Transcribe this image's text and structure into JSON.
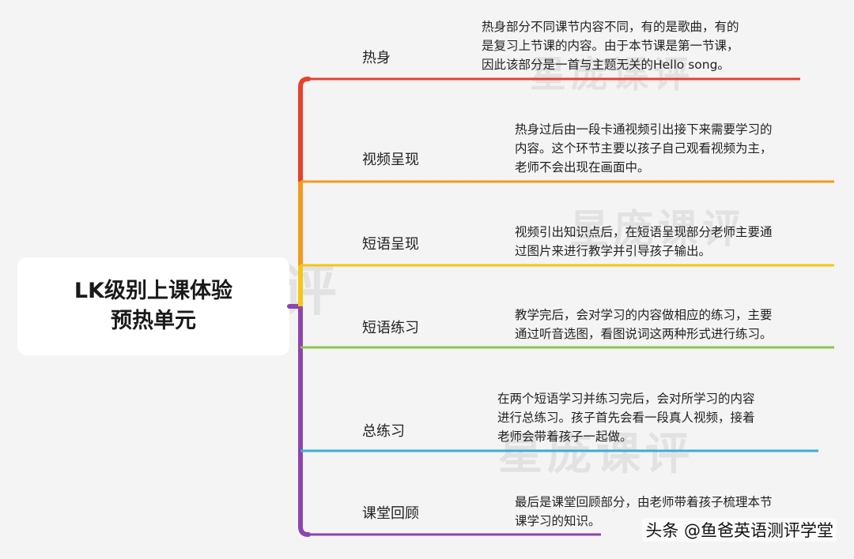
{
  "root": {
    "line1": "LK级别上课体验",
    "line2": "预热单元"
  },
  "branches": [
    {
      "label": "热身",
      "color": "#e8402e",
      "description": "热身部分不同课节内容不同，有的是歌曲，有的\n是复习上节课的内容。由于本节课是第一节课，\n因此该部分是一首与主题无关的Hello song。"
    },
    {
      "label": "视频呈现",
      "color": "#f29a1f",
      "description": "热身过后由一段卡通视频引出接下来需要学习的\n内容。这个环节主要以孩子自己观看视频为主，\n老师不会出现在画面中。"
    },
    {
      "label": "短语呈现",
      "color": "#f5c518",
      "description": "视频引出知识点后，在短语呈现部分老师主要通\n过图片来进行教学并引导孩子输出。"
    },
    {
      "label": "短语练习",
      "color": "#8cc34a",
      "description": "教学完后，会对学习的内容做相应的练习，主要\n通过听音选图，看图说词这两种形式进行练习。"
    },
    {
      "label": "总练习",
      "color": "#3aaed8",
      "description": "在两个短语学习并练习完后，会对所学习的内容\n进行总练习。孩子首先会看一段真人视频，接着\n老师会带着孩子一起做。"
    },
    {
      "label": "课堂回顾",
      "color": "#8e44ad",
      "description": "最后是课堂回顾部分，由老师带着孩子梳理本节\n课学习的知识。"
    }
  ],
  "watermark": {
    "text": "星庞课评"
  },
  "credit": {
    "text": "头条 @鱼爸英语测评学堂"
  }
}
